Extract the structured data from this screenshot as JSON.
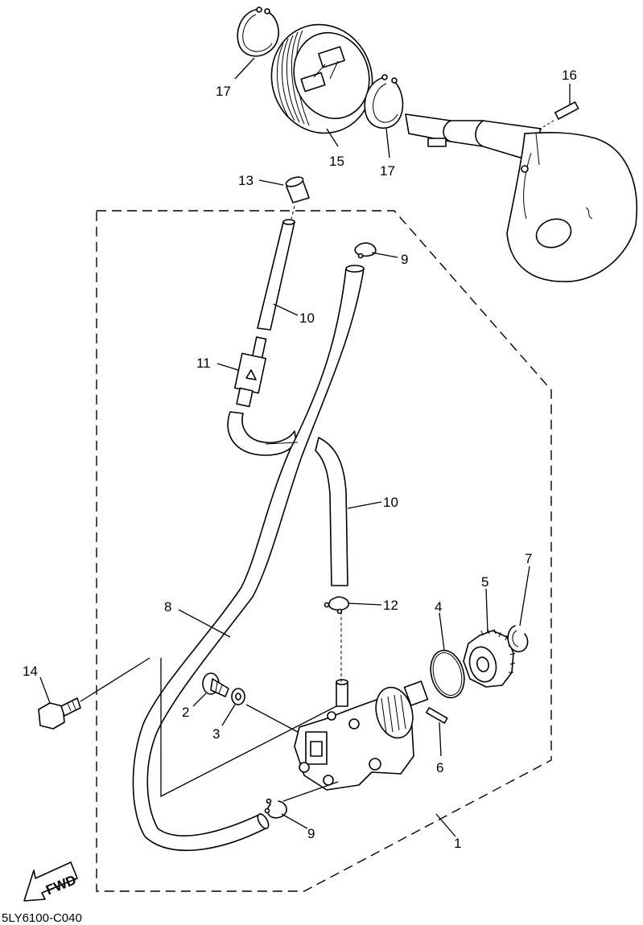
{
  "diagram": {
    "code": "5LY6100-C040",
    "fwd_label": "FWD",
    "callouts": [
      {
        "id": "c17a",
        "text": "17"
      },
      {
        "id": "c15",
        "text": "15"
      },
      {
        "id": "c17b",
        "text": "17"
      },
      {
        "id": "c16",
        "text": "16"
      },
      {
        "id": "c13",
        "text": "13"
      },
      {
        "id": "c9a",
        "text": "9"
      },
      {
        "id": "c10a",
        "text": "10"
      },
      {
        "id": "c11",
        "text": "11"
      },
      {
        "id": "c10b",
        "text": "10"
      },
      {
        "id": "c8",
        "text": "8"
      },
      {
        "id": "c12",
        "text": "12"
      },
      {
        "id": "c4",
        "text": "4"
      },
      {
        "id": "c5",
        "text": "5"
      },
      {
        "id": "c7",
        "text": "7"
      },
      {
        "id": "c14",
        "text": "14"
      },
      {
        "id": "c2",
        "text": "2"
      },
      {
        "id": "c3",
        "text": "3"
      },
      {
        "id": "c6",
        "text": "6"
      },
      {
        "id": "c9b",
        "text": "9"
      },
      {
        "id": "c1",
        "text": "1"
      }
    ]
  }
}
